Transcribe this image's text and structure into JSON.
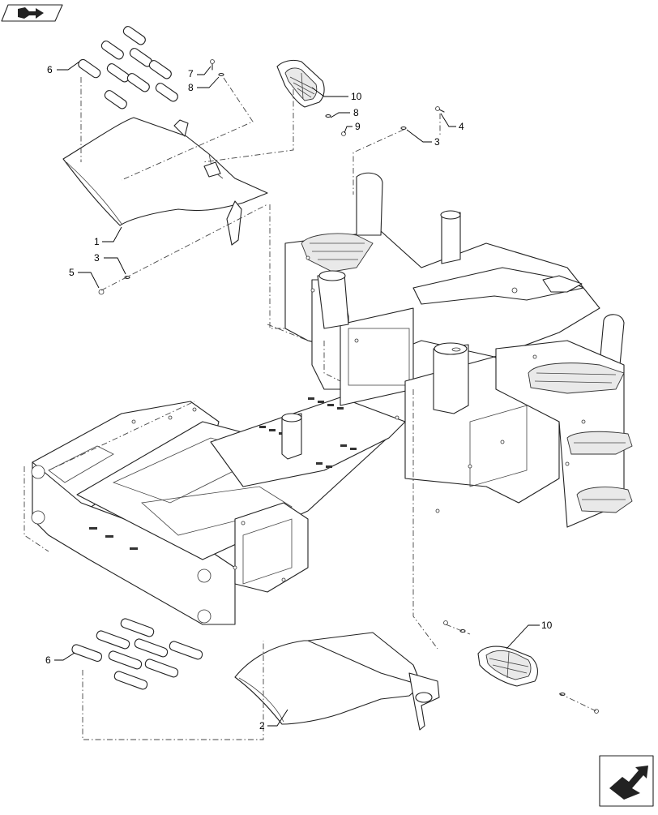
{
  "diagram": {
    "callouts": [
      {
        "id": "c6a",
        "text": "6"
      },
      {
        "id": "c7",
        "text": "7"
      },
      {
        "id": "c8a",
        "text": "8"
      },
      {
        "id": "c10a",
        "text": "10"
      },
      {
        "id": "c8b",
        "text": "8"
      },
      {
        "id": "c9",
        "text": "9"
      },
      {
        "id": "c4",
        "text": "4"
      },
      {
        "id": "c3a",
        "text": "3"
      },
      {
        "id": "c1",
        "text": "1"
      },
      {
        "id": "c3b",
        "text": "3"
      },
      {
        "id": "c5",
        "text": "5"
      },
      {
        "id": "c10b",
        "text": "10"
      },
      {
        "id": "c6b",
        "text": "6"
      },
      {
        "id": "c2",
        "text": "2"
      }
    ]
  },
  "icons": {
    "top_left": "book-arrow-icon",
    "bottom_right": "next-page-arrow-icon"
  }
}
